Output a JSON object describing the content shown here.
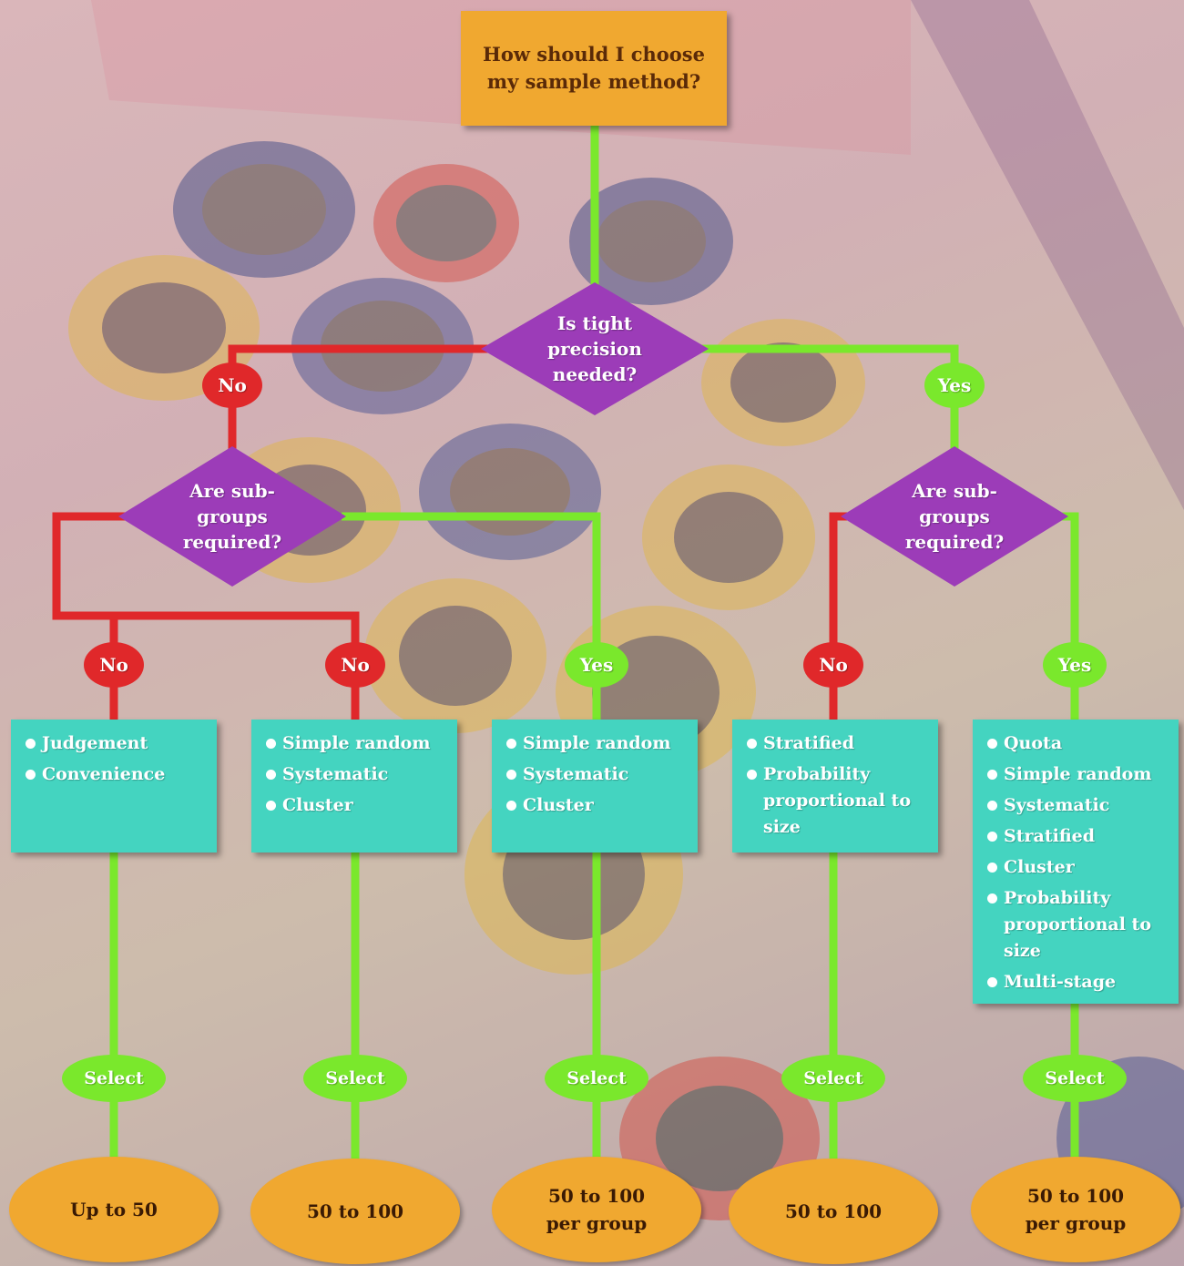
{
  "colors": {
    "no_path": "#e0282a",
    "yes_path": "#7ae82c",
    "start_box": "#f0a830",
    "decision": "#9c3cb8",
    "method_box": "#44d4c0",
    "outcome": "#f0a830"
  },
  "start": {
    "text": "How should I choose my sample method?"
  },
  "decisions": {
    "precision": "Is tight precision needed?",
    "subgroups_left": "Are sub-groups required?",
    "subgroups_right": "Are sub-groups required?"
  },
  "answers": {
    "precision_no": "No",
    "precision_yes": "Yes",
    "left_no_1": "No",
    "left_no_2": "No",
    "left_yes": "Yes",
    "right_no": "No",
    "right_yes": "Yes"
  },
  "methods": [
    [
      "Judgement",
      "Convenience"
    ],
    [
      "Simple random",
      "Systematic",
      "Cluster"
    ],
    [
      "Simple random",
      "Systematic",
      "Cluster"
    ],
    [
      "Stratified",
      "Probability proportional to size"
    ],
    [
      "Quota",
      "Simple random",
      "Systematic",
      "Stratified",
      "Cluster",
      "Probability proportional to size",
      "Multi-stage"
    ]
  ],
  "select_label": "Select",
  "outcomes": [
    "Up to 50",
    "50 to 100",
    "50 to 100 per group",
    "50 to 100",
    "50 to 100 per group"
  ]
}
